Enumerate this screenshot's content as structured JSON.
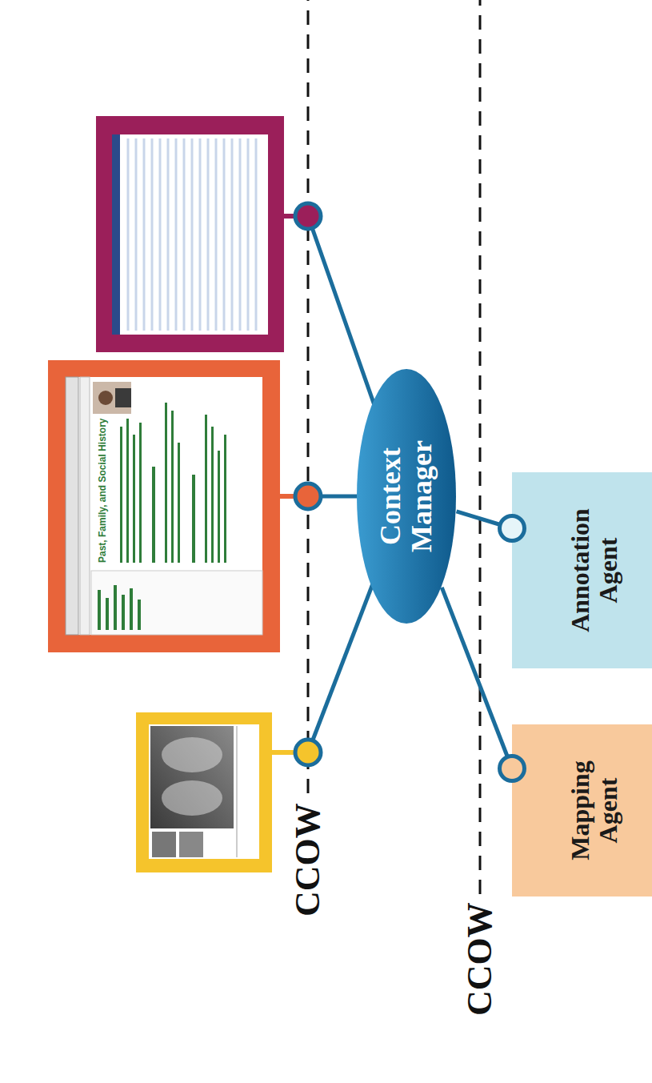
{
  "diagram": {
    "nodes": [
      {
        "text": [
          "Context Manager"
        ]
      },
      {
        "text": [
          "Mapping Agent"
        ]
      },
      {
        "text": [
          "Annotation Agent"
        ]
      }
    ],
    "edges": [
      {
        "from": 0,
        "to": 1,
        "arrow": "none"
      },
      {
        "from": 0,
        "to": 2,
        "arrow": "none"
      }
    ],
    "labels": [
      "CCOW",
      "CCOW",
      "Past, Family, and Social History"
    ]
  }
}
